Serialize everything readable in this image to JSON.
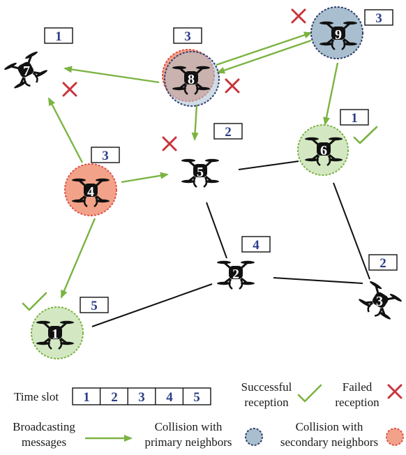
{
  "colors": {
    "green": "#7bb342",
    "green_fill": "#d3e8c2",
    "blue_fill": "#a9bfcf",
    "blue_dash": "#2f3f6e",
    "red_fill": "#f2a288",
    "red_dash": "#e0524b",
    "red_x": "#c9343d",
    "slot_text": "#2c3e86",
    "black": "#111111"
  },
  "nodes": [
    {
      "id": "1",
      "slot": "5"
    },
    {
      "id": "2",
      "slot": "4"
    },
    {
      "id": "3",
      "slot": "2"
    },
    {
      "id": "4",
      "slot": "3"
    },
    {
      "id": "5",
      "slot": "2"
    },
    {
      "id": "6",
      "slot": "1"
    },
    {
      "id": "7",
      "slot": "1"
    },
    {
      "id": "8",
      "slot": "3"
    },
    {
      "id": "9",
      "slot": "3"
    }
  ],
  "legend": {
    "time_slot_label": "Time slot",
    "time_slots": [
      "1",
      "2",
      "3",
      "4",
      "5"
    ],
    "successful": [
      "Successful",
      "reception"
    ],
    "failed": [
      "Failed",
      "reception"
    ],
    "broadcasting": [
      "Broadcasting",
      "messages"
    ],
    "primary": [
      "Collision with",
      "primary neighbors"
    ],
    "secondary": [
      "Collision with",
      "secondary neighbors"
    ]
  }
}
